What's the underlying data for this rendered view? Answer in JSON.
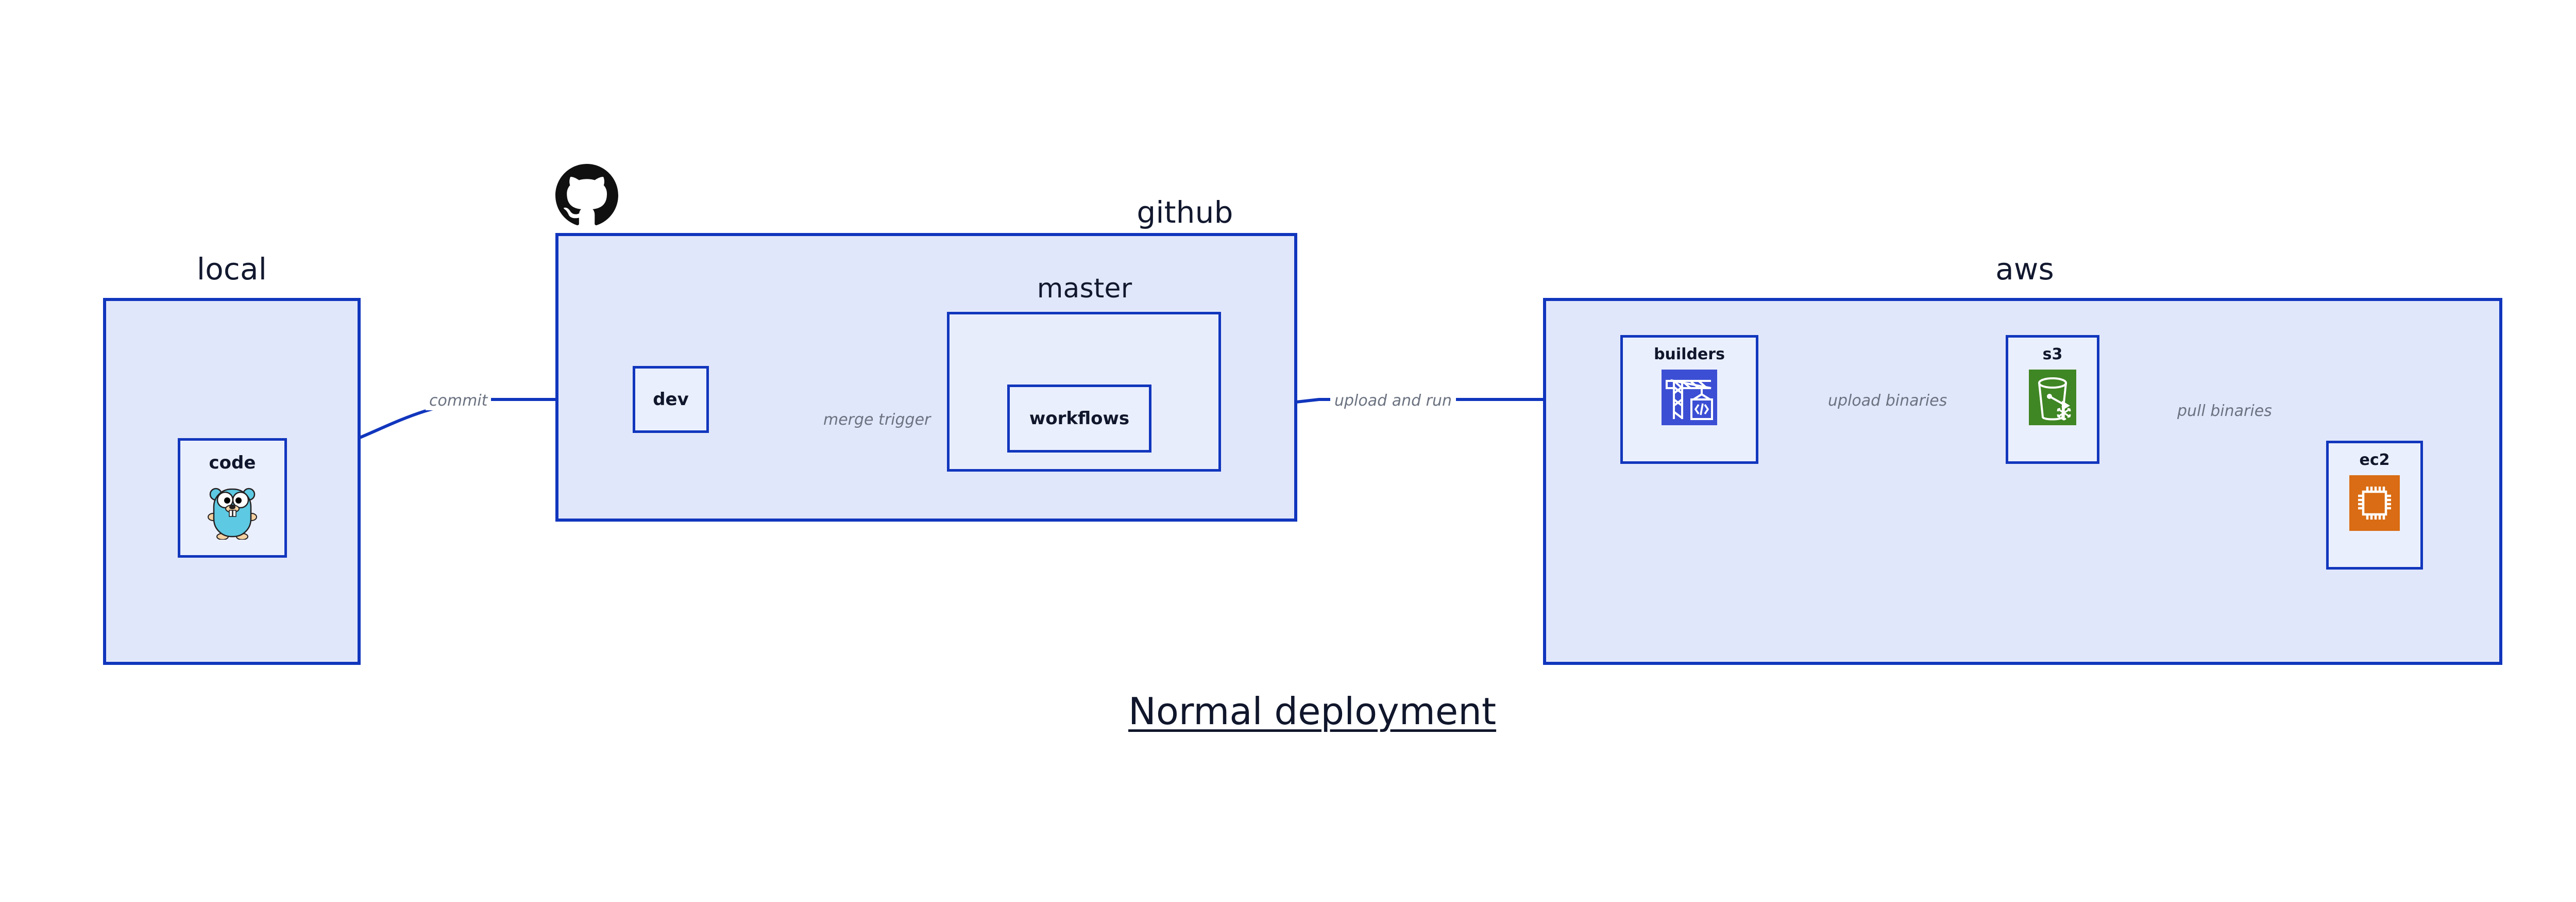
{
  "diagram": {
    "title": "Normal deployment",
    "accent_border": "#1136bd",
    "group_fill": "#e1e7fa",
    "subgroup_fill": "#e8edfc",
    "node_fill": "#eaeffd",
    "label_color": "#10162b",
    "edge_label_color": "#6b7280"
  },
  "groups": {
    "local": {
      "label": "local"
    },
    "github": {
      "label": "github"
    },
    "master": {
      "label": "master"
    },
    "aws": {
      "label": "aws"
    }
  },
  "nodes": {
    "code": {
      "label": "code",
      "icon": "go-gopher-icon"
    },
    "dev": {
      "label": "dev",
      "icon": "none"
    },
    "workflows": {
      "label": "workflows",
      "icon": "none"
    },
    "builders": {
      "label": "builders",
      "icon": "aws-codebuild-crane-icon",
      "icon_color": "#3c4fd4"
    },
    "s3": {
      "label": "s3",
      "icon": "aws-s3-bucket-icon",
      "icon_color": "#3f8624"
    },
    "ec2": {
      "label": "ec2",
      "icon": "aws-ec2-chip-icon",
      "icon_color": "#d96c14"
    }
  },
  "edges": [
    {
      "id": "commit",
      "label": "commit",
      "from": "code",
      "to": "dev"
    },
    {
      "id": "merge-trigger",
      "label": "merge trigger",
      "from": "dev",
      "to": "workflows"
    },
    {
      "id": "upload-and-run",
      "label": "upload and run",
      "from": "workflows",
      "to": "builders"
    },
    {
      "id": "upload-binaries",
      "label": "upload binaries",
      "from": "builders",
      "to": "s3"
    },
    {
      "id": "pull-binaries",
      "label": "pull binaries",
      "from": "s3",
      "to": "ec2"
    }
  ],
  "logos": {
    "github": "github-octocat-logo"
  }
}
